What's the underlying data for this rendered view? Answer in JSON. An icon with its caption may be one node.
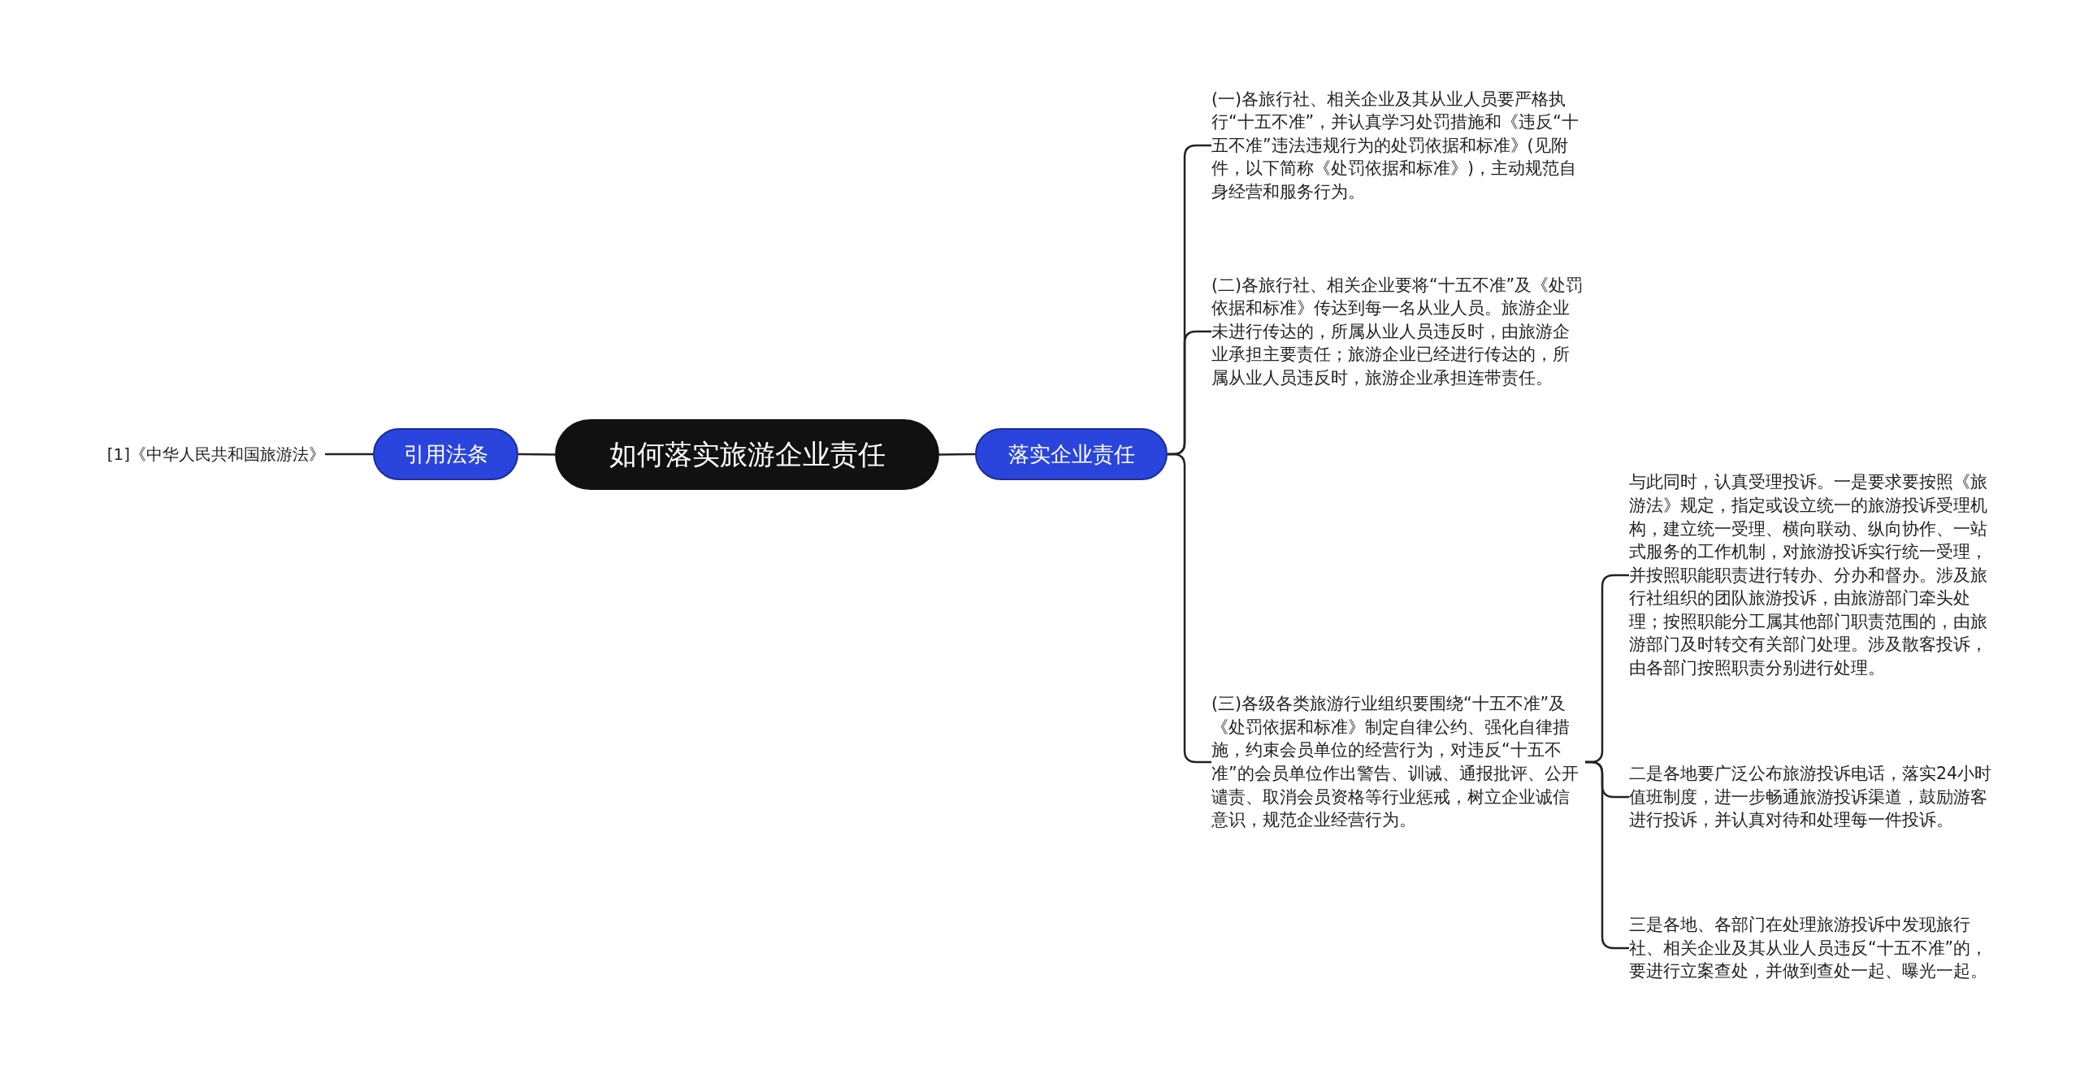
{
  "diagram": {
    "nodes": [
      {
        "text": [
          "如何落实旅游企业责任"
        ]
      },
      {
        "text": [
          "引用法条"
        ]
      },
      {
        "text": [
          "[1]《中华人民共和国旅游法》"
        ]
      },
      {
        "text": [
          "落实企业责任"
        ]
      },
      {
        "text": [
          "(一)各旅行社、相关企业及其从业人员要严格执行“十五不准”，并认真学习处罚措施和《违反“十五不准”违法违规行为的处罚依据和标准》(见附件，以下简称《处罚依据和标准》)，主动规范自身经营和服务行为。"
        ]
      },
      {
        "text": [
          "(二)各旅行社、相关企业要将“十五不准”及《处罚依据和标准》传达到每一名从业人员。旅游企业未进行传达的，所属从业人员违反时，由旅游企业承担主要责任；旅游企业已经进行传达的，所属从业人员违反时，旅游企业承担连带责任。"
        ]
      },
      {
        "text": [
          "(三)各级各类旅游行业组织要围绕“十五不准”及《处罚依据和标准》制定自律公约、强化自律措施，约束会员单位的经营行为，对违反“十五不准”的会员单位作出警告、训诫、通报批评、公开谴责、取消会员资格等行业惩戒，树立企业诚信意识，规范企业经营行为。"
        ]
      },
      {
        "text": [
          "与此同时，认真受理投诉。一是要求要按照《旅游法》规定，指定或设立统一的旅游投诉受理机构，建立统一受理、横向联动、纵向协作、一站式服务的工作机制，对旅游投诉实行统一受理，并按照职能职责进行转办、分办和督办。涉及旅行社组织的团队旅游投诉，由旅游部门牵头处理；按照职能分工属其他部门职责范围的，由旅游部门及时转交有关部门处理。涉及散客投诉，由各部门按照职责分别进行处理。"
        ]
      },
      {
        "text": [
          "二是各地要广泛公布旅游投诉电话，落实24小时值班制度，进一步畅通旅游投诉渠道，鼓励游客进行投诉，并认真对待和处理每一件投诉。"
        ]
      },
      {
        "text": [
          "三是各地、各部门在处理旅游投诉中发现旅行社、相关企业及其从业人员违反“十五不准”的，要进行立案查处，并做到查处一起、曝光一起。"
        ]
      }
    ],
    "edges": [
      {
        "from": 0,
        "to": 1,
        "arrow": "none"
      },
      {
        "from": 1,
        "to": 2,
        "arrow": "none"
      },
      {
        "from": 0,
        "to": 3,
        "arrow": "none"
      },
      {
        "from": 3,
        "to": 4,
        "arrow": "none"
      },
      {
        "from": 3,
        "to": 5,
        "arrow": "none"
      },
      {
        "from": 3,
        "to": 6,
        "arrow": "none"
      },
      {
        "from": 6,
        "to": 7,
        "arrow": "none"
      },
      {
        "from": 6,
        "to": 8,
        "arrow": "none"
      },
      {
        "from": 6,
        "to": 9,
        "arrow": "none"
      }
    ]
  }
}
